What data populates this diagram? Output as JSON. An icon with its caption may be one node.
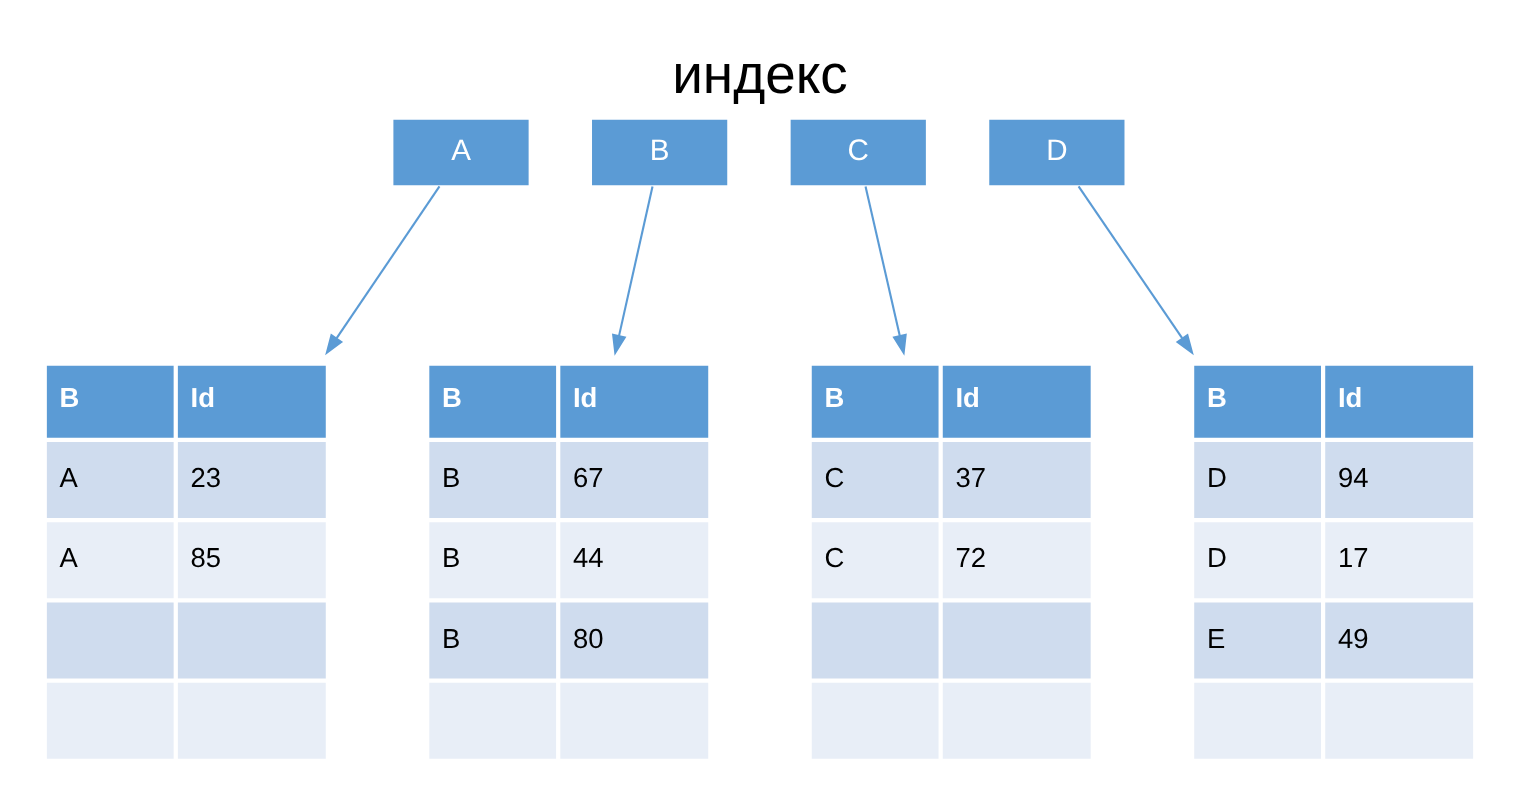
{
  "diagram": {
    "title": "индекс",
    "nodes": [
      {
        "text": [
          "A"
        ]
      },
      {
        "text": [
          "B"
        ]
      },
      {
        "text": [
          "C"
        ]
      },
      {
        "text": [
          "D"
        ]
      },
      {
        "text": [
          "B",
          "Id",
          "A",
          "23",
          "A",
          "85"
        ]
      },
      {
        "text": [
          "B",
          "Id",
          "B",
          "67",
          "B",
          "44",
          "B",
          "80"
        ]
      },
      {
        "text": [
          "B",
          "Id",
          "C",
          "37",
          "C",
          "72"
        ]
      },
      {
        "text": [
          "B",
          "Id",
          "D",
          "94",
          "D",
          "17",
          "E",
          "49"
        ]
      }
    ],
    "edges": [
      {
        "from": 0,
        "to": 4,
        "arrow": "to"
      },
      {
        "from": 1,
        "to": 5,
        "arrow": "to"
      },
      {
        "from": 2,
        "to": 6,
        "arrow": "to"
      },
      {
        "from": 3,
        "to": 7,
        "arrow": "to"
      }
    ]
  }
}
